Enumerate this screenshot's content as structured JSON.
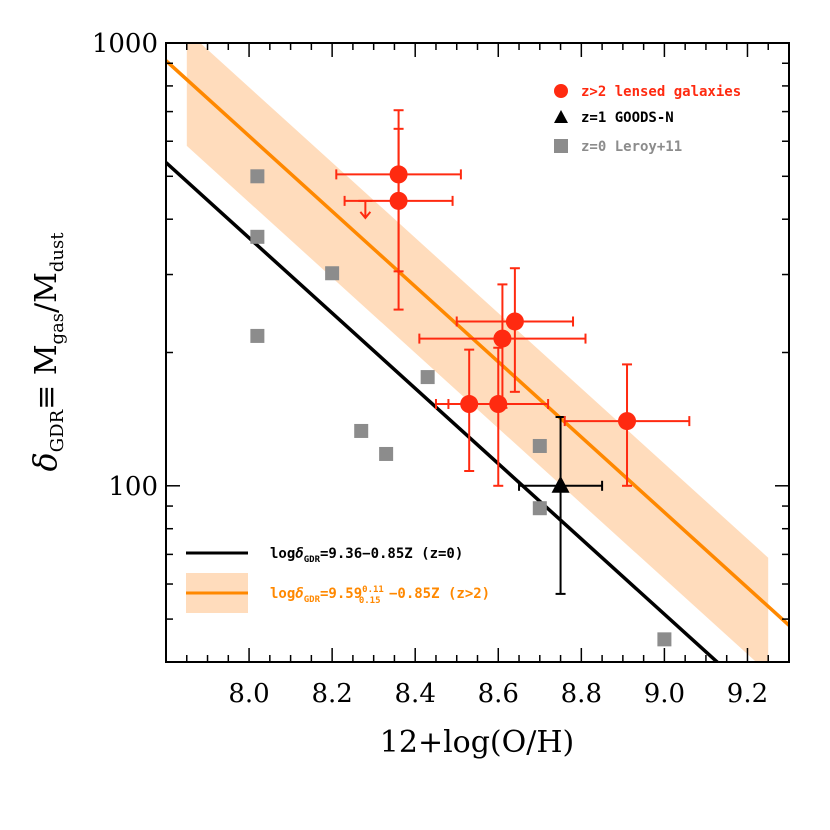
{
  "chart_data": {
    "type": "scatter",
    "xlabel": "12+log(O/H)",
    "ylabel": {
      "delta": "δ",
      "delta_sub": "GDR",
      "equiv": "≡ M",
      "m1_sub": "gas",
      "slash": "/M",
      "m2_sub": "dust"
    },
    "xlim": [
      7.8,
      9.3
    ],
    "ylim": [
      40,
      1000
    ],
    "yscale": "log",
    "x_ticks": [
      "8.0",
      "8.2",
      "8.4",
      "8.6",
      "8.8",
      "9.0",
      "9.2"
    ],
    "y_ticks": [
      "100",
      "1000"
    ],
    "colors": {
      "lensed": "#ff2a10",
      "goods": "#000000",
      "leroy": "#8c8c8c",
      "fit_z0": "#000000",
      "fit_z2": "#ff8800",
      "band": "#ffdcbc"
    },
    "series": [
      {
        "name": "z>2 lensed galaxies",
        "marker": "circle",
        "points": [
          {
            "x": 8.36,
            "y": 505,
            "xerr": [
              0.15,
              0.15
            ],
            "yerr": [
              305,
              705
            ]
          },
          {
            "x": 8.36,
            "y": 440,
            "xerr": [
              0.13,
              0.13
            ],
            "yerr": [
              250,
              640
            ]
          },
          {
            "x": 8.61,
            "y": 215,
            "xerr": [
              0.2,
              0.2
            ],
            "yerr": [
              150,
              285
            ]
          },
          {
            "x": 8.64,
            "y": 235,
            "xerr": [
              0.14,
              0.14
            ],
            "yerr": [
              163,
              310
            ]
          },
          {
            "x": 8.53,
            "y": 153,
            "xerr": [
              0.08,
              0.08
            ],
            "yerr": [
              108,
              203
            ]
          },
          {
            "x": 8.6,
            "y": 153,
            "xerr": [
              0.12,
              0.12
            ],
            "yerr": [
              100,
              205
            ]
          },
          {
            "x": 8.91,
            "y": 140,
            "xerr": [
              0.15,
              0.15
            ],
            "yerr": [
              100,
              188
            ]
          }
        ],
        "upper_limit": {
          "x": 8.28,
          "y": 440
        }
      },
      {
        "name": "z=1 GOODS-N",
        "marker": "triangle",
        "points": [
          {
            "x": 8.75,
            "y": 100,
            "xerr": [
              0.1,
              0.1
            ],
            "yerr": [
              57,
              143
            ]
          }
        ]
      },
      {
        "name": "z=0 Leroy+11",
        "marker": "square",
        "points": [
          {
            "x": 8.02,
            "y": 500
          },
          {
            "x": 8.02,
            "y": 365
          },
          {
            "x": 8.02,
            "y": 218
          },
          {
            "x": 8.2,
            "y": 302
          },
          {
            "x": 8.27,
            "y": 133
          },
          {
            "x": 8.33,
            "y": 118
          },
          {
            "x": 8.43,
            "y": 176
          },
          {
            "x": 8.7,
            "y": 123
          },
          {
            "x": 8.7,
            "y": 89
          },
          {
            "x": 9.0,
            "y": 45
          }
        ]
      }
    ],
    "fits": [
      {
        "name": "z0",
        "label": {
          "pre": "log",
          "delta": "δ",
          "sub": "GDR",
          "post": "=9.36−0.85Z (z=0)"
        },
        "intercept": 9.36,
        "slope": -0.85
      },
      {
        "name": "z2",
        "label": {
          "pre": "log",
          "delta": "δ",
          "sub": "GDR",
          "base": "=9.59",
          "sup": "0.11",
          "lowsub": "0.15",
          "post": " −0.85Z (z>2)"
        },
        "intercept": 9.59,
        "err_plus": 0.11,
        "err_minus": 0.15,
        "slope": -0.85,
        "band_x": [
          7.85,
          9.25
        ]
      }
    ]
  }
}
